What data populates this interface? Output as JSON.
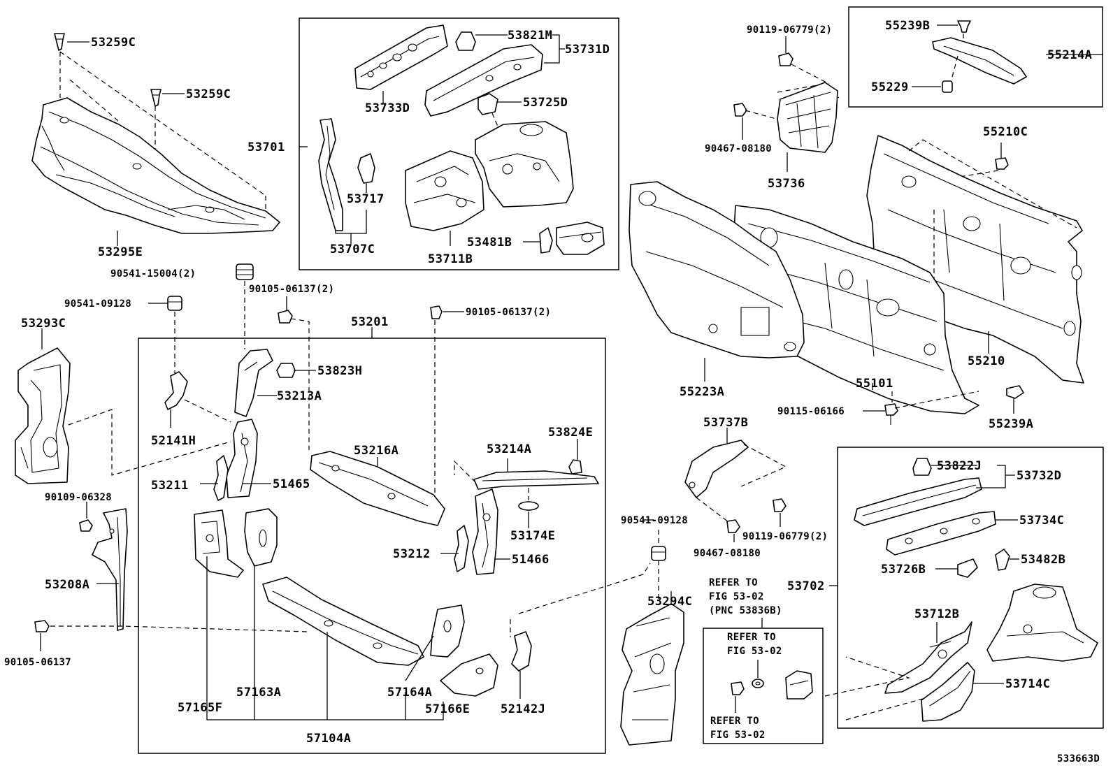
{
  "diagram_id": "533663D",
  "labels": {
    "p53259C_a": "53259C",
    "p53259C_b": "53259C",
    "p53295E": "53295E",
    "p90541_15004": "90541-15004(2)",
    "p90541_09128_a": "90541-09128",
    "p53293C": "53293C",
    "p90109_06328": "90109-06328",
    "p53208A": "53208A",
    "p90105_06137_a": "90105-06137",
    "p53701": "53701",
    "p53733D": "53733D",
    "p53821M": "53821M",
    "p53731D": "53731D",
    "p53725D": "53725D",
    "p53717": "53717",
    "p53707C": "53707C",
    "p53711B": "53711B",
    "p53481B": "53481B",
    "p90105_06137_b": "90105-06137(2)",
    "p90105_06137_c": "90105-06137(2)",
    "p53201": "53201",
    "p53823H": "53823H",
    "p53213A": "53213A",
    "p52141H": "52141H",
    "p53211": "53211",
    "p51465": "51465",
    "p53216A": "53216A",
    "p53214A": "53214A",
    "p53824E": "53824E",
    "p53174E": "53174E",
    "p53212": "53212",
    "p51466": "51466",
    "p57165F": "57165F",
    "p57163A": "57163A",
    "p57164A": "57164A",
    "p57166E": "57166E",
    "p52142J": "52142J",
    "p57104A": "57104A",
    "p90119_06779_a": "90119-06779(2)",
    "p90467_08180_a": "90467-08180",
    "p53736": "53736",
    "p55239B": "55239B",
    "p55229": "55229",
    "p55214A": "55214A",
    "p55210C": "55210C",
    "p55223A": "55223A",
    "p55101": "55101",
    "p55210": "55210",
    "p90115_06166": "90115-06166",
    "p55239A": "55239A",
    "p53737B": "53737B",
    "p90541_09128_b": "90541-09128",
    "p90119_06779_b": "90119-06779(2)",
    "p90467_08180_b": "90467-08180",
    "p53294C": "53294C",
    "refer_a1": "REFER TO",
    "refer_a2": "FIG 53-02",
    "refer_a3": "(PNC 53836B)",
    "refer_b1": "REFER TO",
    "refer_b2": "FIG 53-02",
    "refer_c1": "REFER TO",
    "refer_c2": "FIG 53-02",
    "p53702": "53702",
    "p53822J": "53822J",
    "p53732D": "53732D",
    "p53734C": "53734C",
    "p53726B": "53726B",
    "p53482B": "53482B",
    "p53712B": "53712B",
    "p53714C": "53714C"
  }
}
